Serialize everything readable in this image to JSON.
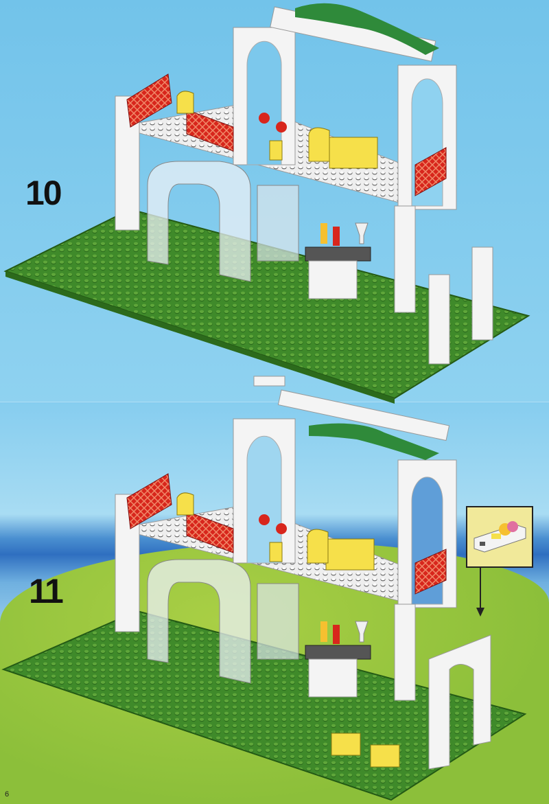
{
  "page_number": "6",
  "steps": [
    {
      "number": "10"
    },
    {
      "number": "11"
    }
  ],
  "colors": {
    "baseplate": "#3f8a2a",
    "brick_white": "#f4f4f4",
    "brick_red": "#d8261c",
    "brick_yellow": "#f6e04a",
    "foliage": "#2f8a3a",
    "inset_bg": "#f1e99a"
  }
}
